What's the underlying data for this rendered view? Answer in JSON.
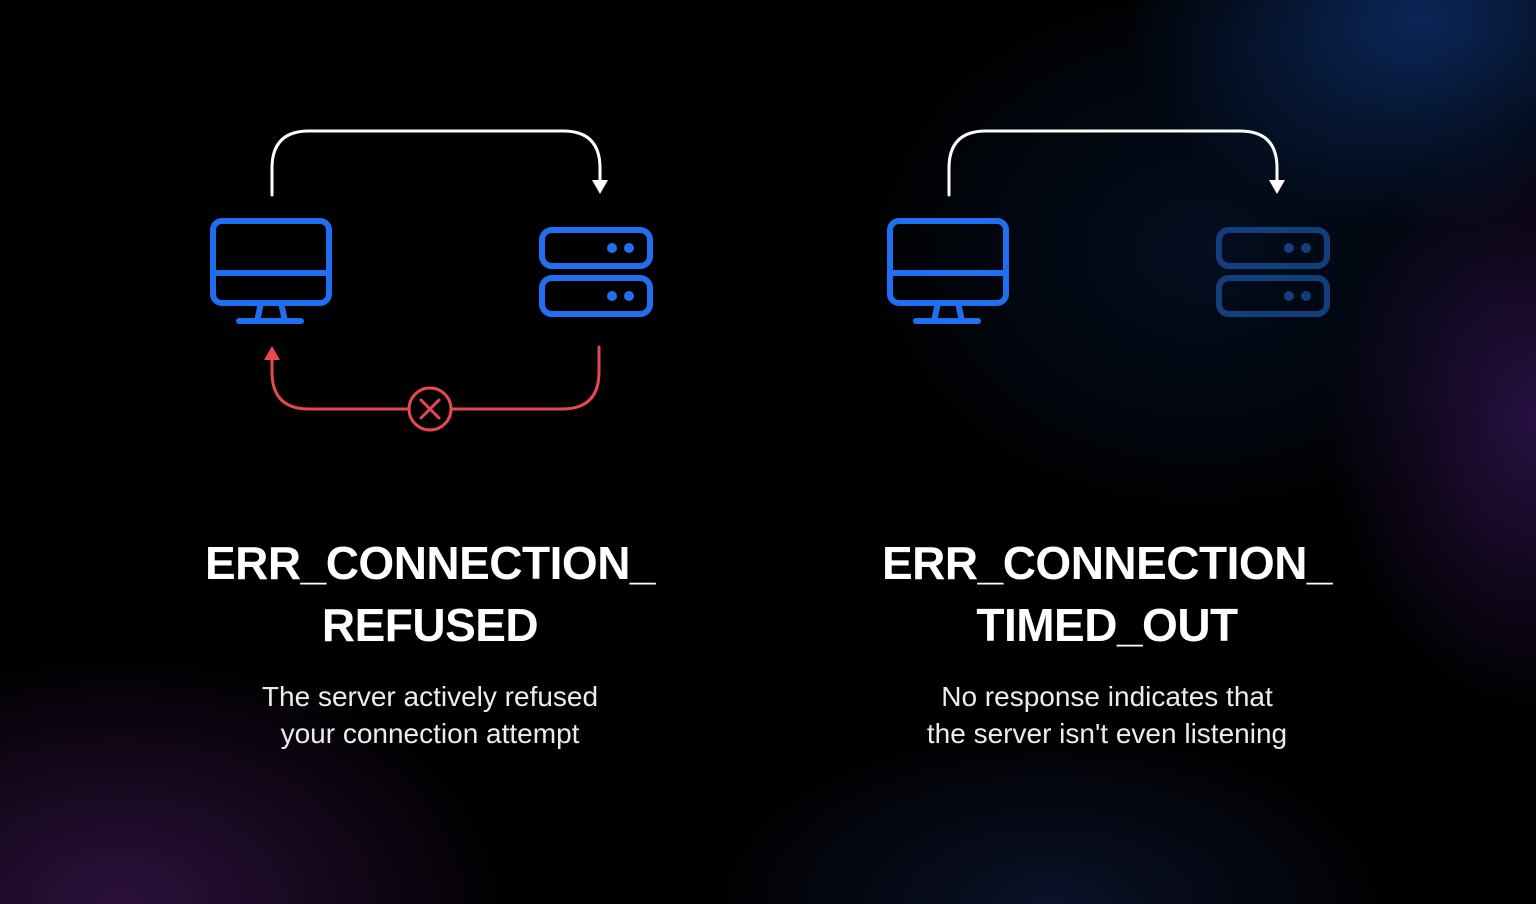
{
  "colors": {
    "device_blue": "#1f6ff0",
    "device_blue_dim": "#1a4f9e",
    "arrow_white": "#ffffff",
    "error_red": "#e5484d"
  },
  "panels": [
    {
      "title_line1": "ERR_CONNECTION_",
      "title_line2": "REFUSED",
      "desc_line1": "The server actively refused",
      "desc_line2": "your connection attempt",
      "icons": [
        "monitor-icon",
        "server-icon",
        "arrow-right-icon",
        "arrow-return-icon",
        "x-circle-icon"
      ]
    },
    {
      "title_line1": "ERR_CONNECTION_",
      "title_line2": "TIMED_OUT",
      "desc_line1": "No response indicates that",
      "desc_line2": "the server isn't even listening",
      "icons": [
        "monitor-icon",
        "server-dim-icon",
        "arrow-right-icon"
      ]
    }
  ]
}
